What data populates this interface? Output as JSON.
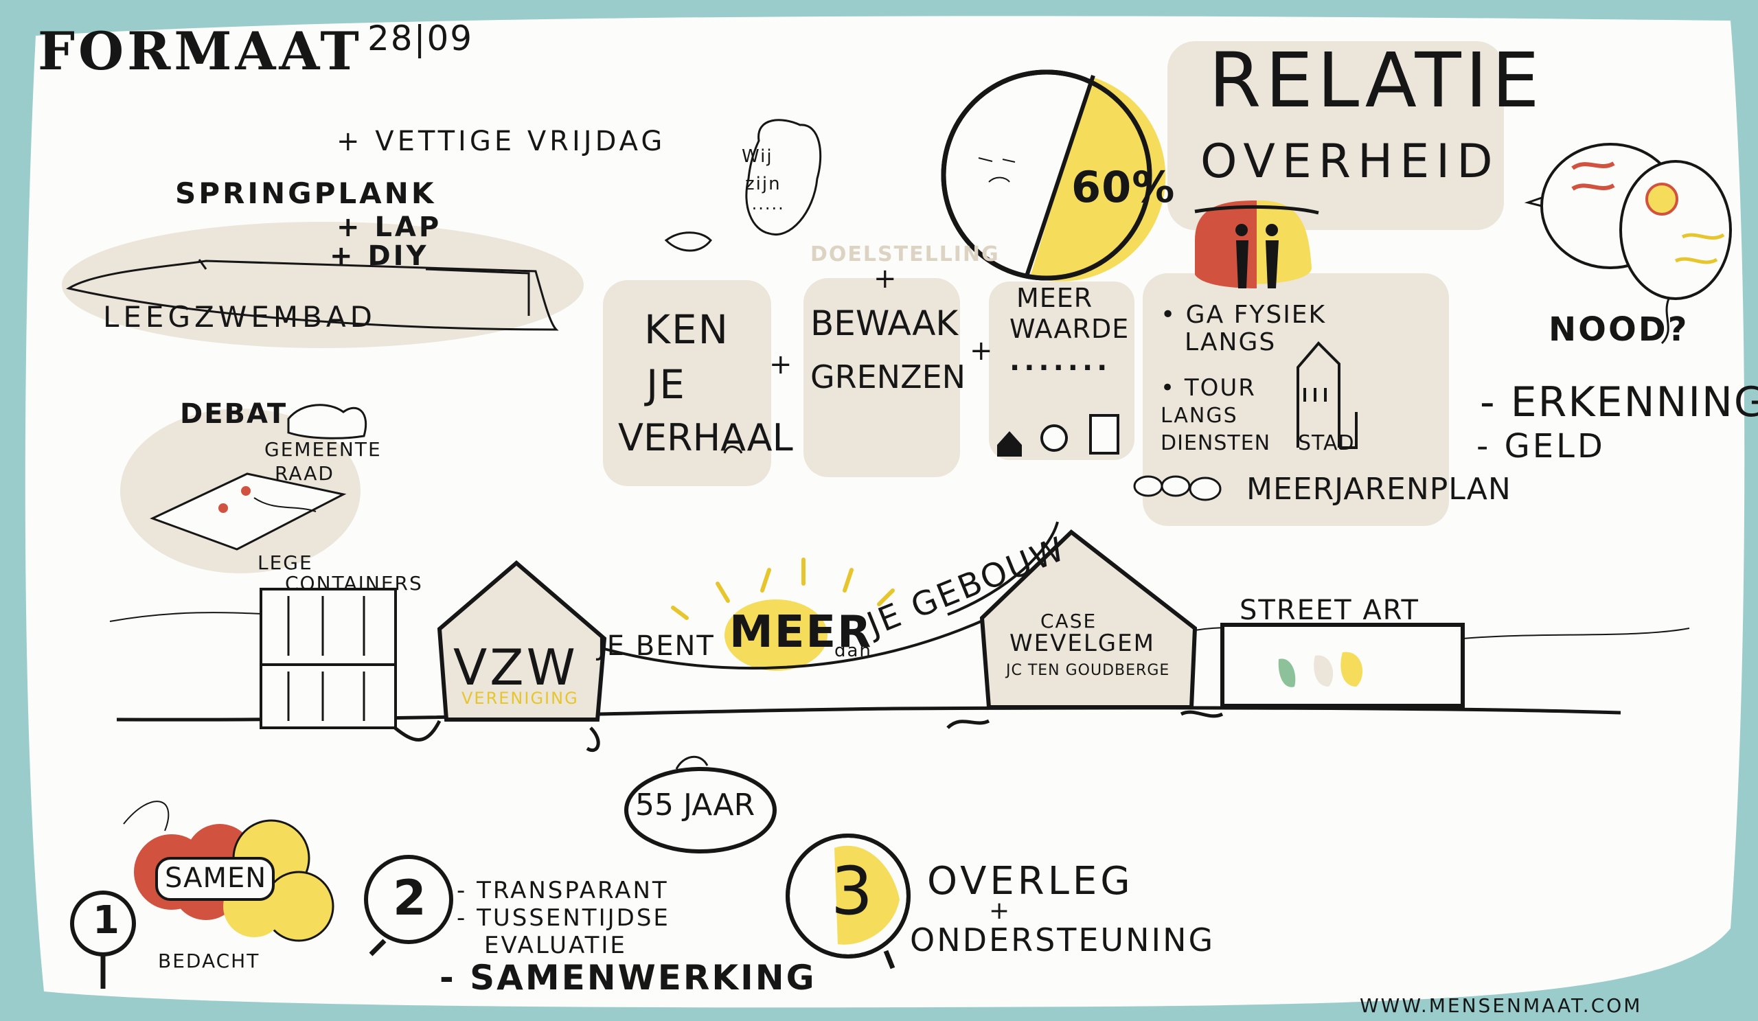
{
  "header": {
    "title": "FORMAAT",
    "date": "28|09"
  },
  "left": {
    "vettige": "+ VETTIGE VRIJDAG",
    "springplank": "SPRINGPLANK",
    "lap": "+ LAP",
    "diy": "+ DIY",
    "zwembad": "LEEGZWEMBAD",
    "debat": "DEBAT",
    "gemeenteraad_1": "GEMEENTE",
    "gemeenteraad_2": "RAAD",
    "containers_1": "LEGE",
    "containers_2": "CONTAINERS"
  },
  "speech": {
    "wij_1": "Wij",
    "wij_2": "zijn",
    "dots": "......"
  },
  "pie": {
    "label": "60%"
  },
  "relatie": {
    "line1": "RELATIE",
    "line2": "OVERHEID"
  },
  "boxes": {
    "ken": [
      "KEN",
      "JE",
      "VERHAAL"
    ],
    "doelstelling": "DOELSTELLING",
    "bewaak_plus": "+",
    "bewaak": [
      "BEWAAK",
      "GRENZEN"
    ],
    "plus": "+",
    "meer": [
      "MEER",
      "WAARDE"
    ],
    "meer_dots": ".......",
    "meer_icons": "⌂ € + □",
    "fysiek": [
      "• GA FYSIEK",
      "LANGS"
    ],
    "tour": [
      "• TOUR",
      "LANGS",
      "DIENSTEN"
    ],
    "stad": "STAD",
    "meerjarenplan": "MEERJARENPLAN"
  },
  "nood": {
    "label": "NOOD?",
    "erkenning": "- ERKENNING",
    "geld": "- GELD"
  },
  "street": {
    "vzw": "VZW",
    "vereniging": "VERENIGING",
    "je_bent": "JE BENT",
    "meer": "MEER",
    "dan": "dan",
    "je_gebouw": "JE GEBOUW",
    "case_1": "CASE",
    "case_2": "WEVELGEM",
    "case_3": "JC TEN GOUDBERGE",
    "street_art": "STREET ART",
    "jaar": "55 JAAR"
  },
  "bottom": {
    "n1": "1",
    "samen": "SAMEN",
    "bedacht": "BEDACHT",
    "n2": "2",
    "transparant": "- TRANSPARANT",
    "tussentijdse": "- TUSSENTIJDSE",
    "evaluatie": "EVALUATIE",
    "samenwerking": "- SAMENWERKING",
    "n3": "3",
    "overleg": "OVERLEG",
    "overleg_plus": "+",
    "ondersteuning": "ONDERSTEUNING"
  },
  "footer": {
    "website": "WWW.MENSENMAAT.COM"
  },
  "colors": {
    "frame": "#99cccb",
    "paper": "#fcfcfa",
    "beige": "#ece5da",
    "yellow": "#f5dc5a",
    "red": "#d1533f",
    "green": "#8cc19a",
    "ink": "#161616"
  }
}
